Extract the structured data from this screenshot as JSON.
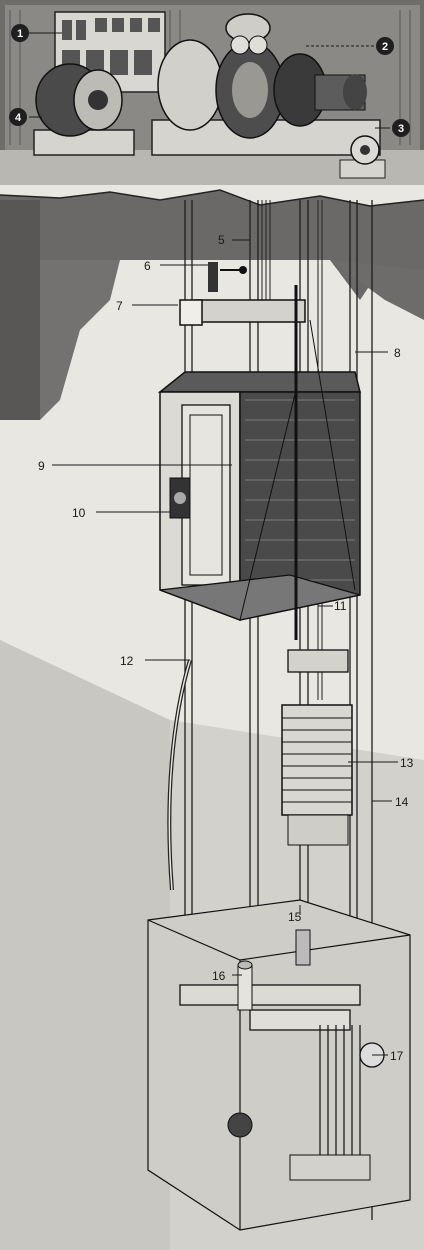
{
  "labels": {
    "l1": "1",
    "l2": "2",
    "l3": "3",
    "l4": "4",
    "l5": "5",
    "l6": "6",
    "l7": "7",
    "l8": "8",
    "l9": "9",
    "l10": "10",
    "l11": "11",
    "l12": "12",
    "l13": "13",
    "l14": "14",
    "l15": "15",
    "l16": "16",
    "l17": "17"
  },
  "colors": {
    "paper": "#e9e7e2",
    "shade": "#c6c4bf",
    "ink": "#2a2a2a",
    "fill_dark": "#3d3d3d",
    "fill_mid": "#8a8a8a"
  }
}
